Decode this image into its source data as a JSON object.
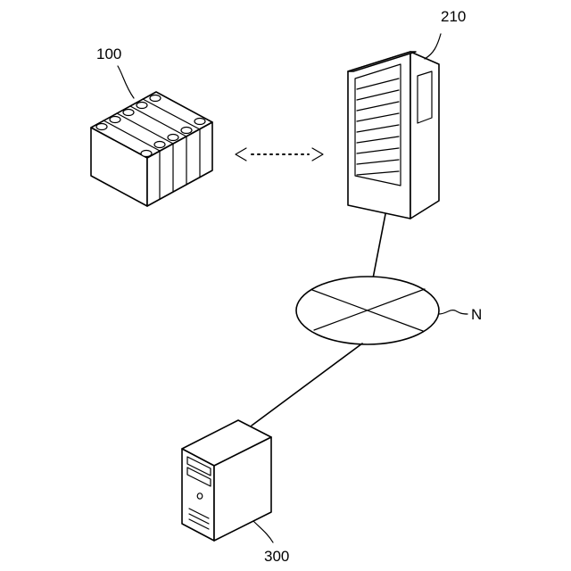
{
  "labels": {
    "battery": "100",
    "server_rack": "210",
    "network": "N",
    "terminal": "300"
  },
  "colors": {
    "line": "#000000",
    "background": "#ffffff"
  },
  "icons": {
    "battery": "battery-module-icon",
    "server_rack": "server-rack-icon",
    "network": "network-ellipse-icon",
    "terminal": "tower-computer-icon"
  }
}
